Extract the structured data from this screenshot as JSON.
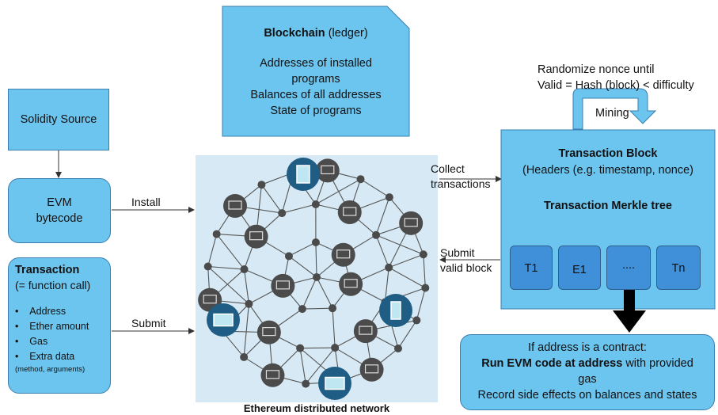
{
  "blockchain": {
    "title_bold": "Blockchain",
    "title_rest": " (ledger)",
    "lines": [
      "Addresses of installed",
      "programs",
      "Balances of all addresses",
      "State of programs"
    ]
  },
  "solidity": {
    "label": "Solidity Source"
  },
  "evm": {
    "lines": [
      "EVM",
      "bytecode"
    ]
  },
  "transaction": {
    "title": "Transaction",
    "subtitle": "(= function call)",
    "bullets": [
      "Address",
      "Ether amount",
      "Gas",
      "Extra data"
    ],
    "note": "(method, arguments)"
  },
  "edges": {
    "install": "Install",
    "submit": "Submit",
    "collect": [
      "Collect",
      "transactions"
    ],
    "submit_valid": [
      "Submit",
      "valid block"
    ],
    "mining": "Mining"
  },
  "nonce": {
    "lines": [
      "Randomize nonce until",
      "Valid = Hash (block) < difficulty"
    ]
  },
  "block": {
    "title": "Transaction Block",
    "headers": "(Headers (e.g. timestamp, nonce)",
    "merkle": "Transaction Merkle tree",
    "items": [
      "T1",
      "E1",
      "....",
      "Tn"
    ]
  },
  "contract": {
    "line1": "If address is a contract:",
    "line2_bold": "Run EVM code at address",
    "line2_rest": " with provided",
    "line3": "gas",
    "line4": "Record side effects on balances and states"
  },
  "network": {
    "caption": "Ethereum distributed network"
  },
  "colors": {
    "box_fill": "#6cc5ef",
    "box_border": "#3a7fb0",
    "network_bg": "#d6e9f4",
    "node": "#4b4b4b",
    "device": "#1f5d84",
    "arrow": "#000000"
  }
}
